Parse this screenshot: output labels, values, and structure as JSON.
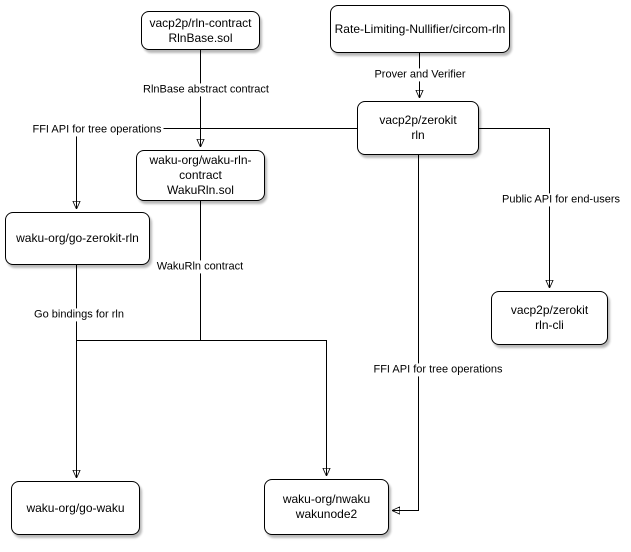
{
  "diagram": {
    "nodes": [
      {
        "id": "vacp2p-rln-contract",
        "label": "vacp2p/rln-contract\nRlnBase.sol"
      },
      {
        "id": "circom-rln",
        "label": "Rate-Limiting-Nullifier/circom-rln"
      },
      {
        "id": "vacp2p-zerokit-rln",
        "label": "vacp2p/zerokit\nrln"
      },
      {
        "id": "waku-rln-contract",
        "label": "waku-org/waku-rln-\ncontract\nWakuRln.sol"
      },
      {
        "id": "go-zerokit-rln",
        "label": "waku-org/go-zerokit-rln"
      },
      {
        "id": "vacp2p-zerokit-rln-cli",
        "label": "vacp2p/zerokit\nrln-cli"
      },
      {
        "id": "go-waku",
        "label": "waku-org/go-waku"
      },
      {
        "id": "nwaku",
        "label": "waku-org/nwaku\nwakunode2"
      }
    ],
    "edges": [
      {
        "from": "vacp2p/rln-contract RlnBase.sol",
        "to": "waku-org/waku-rln-contract WakuRln.sol",
        "label": "RlnBase abstract contract"
      },
      {
        "from": "Rate-Limiting-Nullifier/circom-rln",
        "to": "vacp2p/zerokit rln",
        "label": "Prover and Verifier"
      },
      {
        "from": "vacp2p/zerokit rln",
        "to": "waku-org/go-zerokit-rln",
        "label": "FFI API for tree operations"
      },
      {
        "from": "vacp2p/zerokit rln",
        "to": "vacp2p/zerokit rln-cli",
        "label": "Public API for end-users"
      },
      {
        "from": "waku-org/waku-rln-contract WakuRln.sol",
        "to": "waku-org/nwaku wakunode2",
        "label": "WakuRln contract"
      },
      {
        "from": "waku-org/waku-rln-contract WakuRln.sol",
        "to": "waku-org/go-waku",
        "label": ""
      },
      {
        "from": "waku-org/go-zerokit-rln",
        "to": "waku-org/go-waku",
        "label": "Go bindings for rln"
      },
      {
        "from": "vacp2p/zerokit rln",
        "to": "waku-org/nwaku wakunode2",
        "label": "FFI API for tree operations"
      }
    ]
  }
}
